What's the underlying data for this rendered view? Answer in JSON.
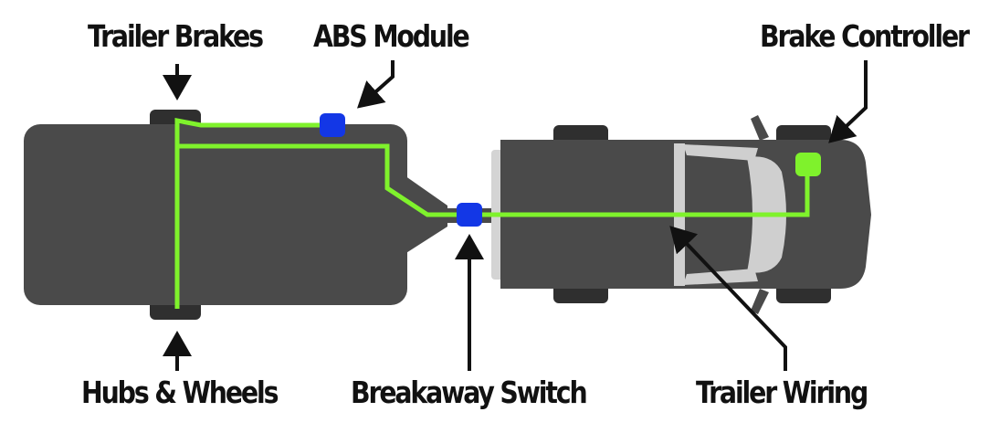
{
  "labels": {
    "trailer_brakes": "Trailer Brakes",
    "abs_module": "ABS Module",
    "brake_controller": "Brake Controller",
    "hubs_wheels": "Hubs & Wheels",
    "breakaway_switch": "Breakaway Switch",
    "trailer_wiring": "Trailer Wiring"
  },
  "colors": {
    "body": "#4a4a4a",
    "tire": "#2f2f2f",
    "glass": "#cfcfcf",
    "wire": "#7ff22c",
    "module": "#1337e6",
    "controller": "#7ff22c",
    "arrow": "#111111"
  }
}
